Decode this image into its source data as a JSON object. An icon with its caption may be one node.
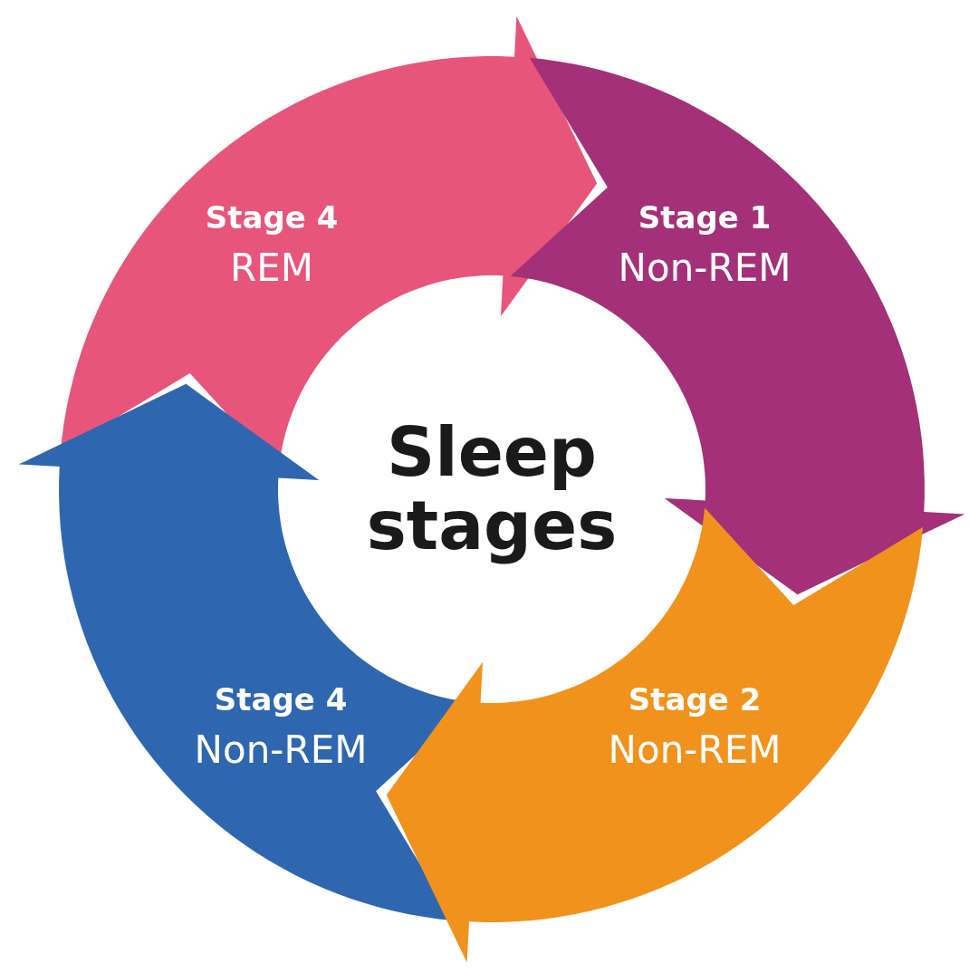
{
  "diagram": {
    "title": "Sleep stages",
    "nodes": [
      {
        "text": [
          "Stage 4",
          "REM"
        ]
      },
      {
        "text": [
          "Stage 1",
          "Non-REM"
        ]
      },
      {
        "text": [
          "Stage 4",
          "Non-REM"
        ]
      },
      {
        "text": [
          "Stage 2",
          "Non-REM"
        ]
      }
    ]
  }
}
